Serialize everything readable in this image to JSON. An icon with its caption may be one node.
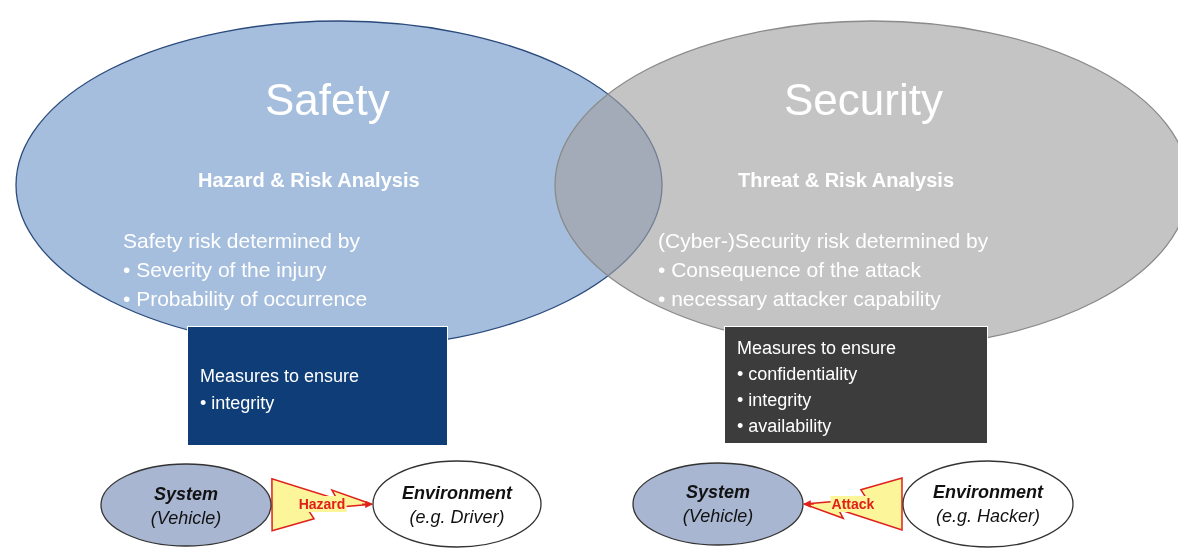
{
  "diagram": {
    "nodes": [
      {
        "text": [
          "Safety",
          "Hazard & Risk Analysis",
          "Safety risk determined by",
          "• Severity of the injury",
          "• Probability of occurrence"
        ]
      },
      {
        "text": [
          "Security",
          "Threat & Risk Analysis",
          "(Cyber-)Security risk determined by",
          "• Consequence of the attack",
          "• necessary attacker capability"
        ]
      },
      {
        "text": [
          "Measures to ensure",
          "• integrity"
        ]
      },
      {
        "text": [
          "Measures to ensure",
          "• confidentiality",
          "• integrity",
          "• availability"
        ]
      },
      {
        "text": [
          "System",
          "(Vehicle)"
        ]
      },
      {
        "text": [
          "Environment",
          "(e.g. Driver)"
        ]
      },
      {
        "text": [
          "System",
          "(Vehicle)"
        ]
      },
      {
        "text": [
          "Environment",
          "(e.g. Hacker)"
        ]
      }
    ],
    "edges": [
      {
        "from": 4,
        "to": 5,
        "arrow": "to",
        "label": "Hazard"
      },
      {
        "from": 7,
        "to": 6,
        "arrow": "to",
        "label": "Attack"
      }
    ]
  }
}
